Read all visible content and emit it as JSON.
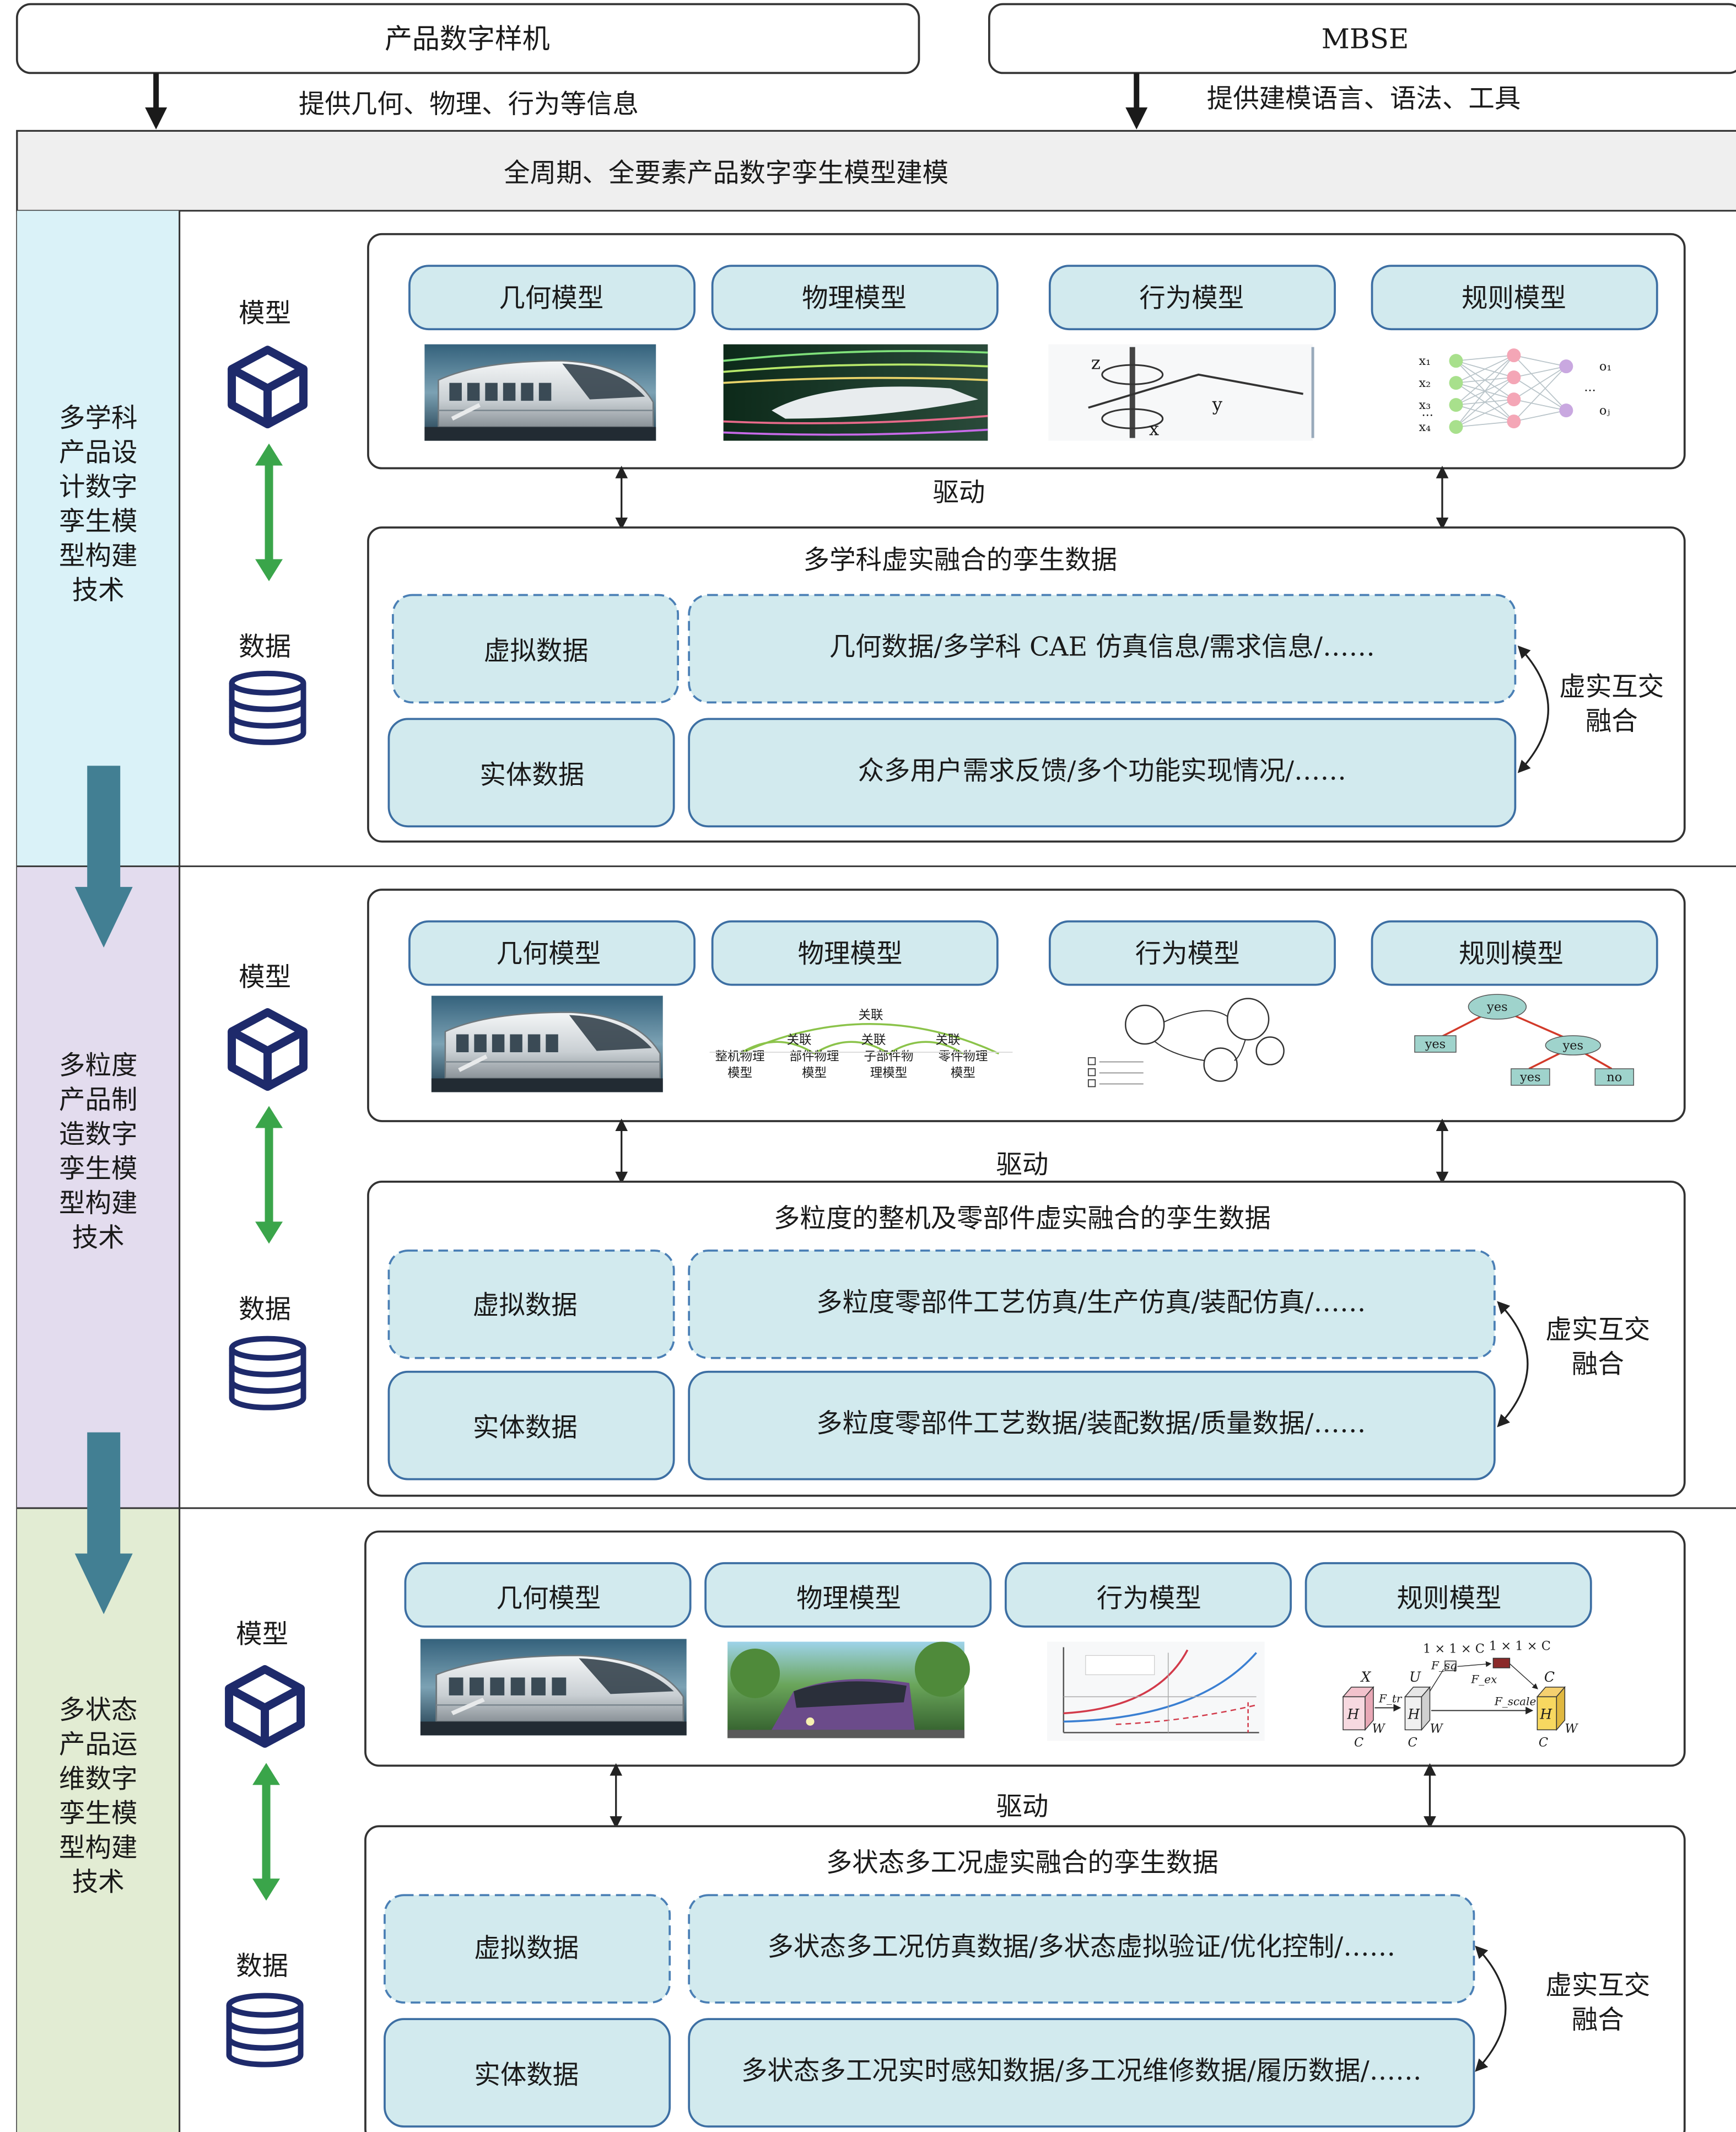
{
  "top": {
    "left_box": "产品数字样机",
    "left_caption": "提供几何、物理、行为等信息",
    "right_box": "MBSE",
    "right_caption": "提供建模语言、语法、工具"
  },
  "header": "全周期、全要素产品数字孪生模型建模",
  "common": {
    "model_label": "模型",
    "data_label": "数据",
    "drive_label": "驱动",
    "cards": [
      "几何模型",
      "物理模型",
      "行为模型",
      "规则模型"
    ],
    "virtual_label": "虚拟数据",
    "physical_label": "实体数据",
    "interact_label_line1": "虚实互交",
    "interact_label_line2": "融合"
  },
  "sections": [
    {
      "side_lines": [
        "多学科",
        "产品设",
        "计数字",
        "孪生模",
        "型构建",
        "技术"
      ],
      "data_title": "多学科虚实融合的孪生数据",
      "virtual_text": "几何数据/多学科 CAE 仿真信息/需求信息/……",
      "physical_text": "众多用户需求反馈/多个功能实现情况/……",
      "neural_labels": [
        "x₁",
        "x₂",
        "x₃",
        "...",
        "x₄",
        "o₁",
        "...",
        "oⱼ"
      ]
    },
    {
      "side_lines": [
        "多粒度",
        "产品制",
        "造数字",
        "孪生模",
        "型构建",
        "技术"
      ],
      "data_title": "多粒度的整机及零部件虚实融合的孪生数据",
      "virtual_text": "多粒度零部件工艺仿真/生产仿真/装配仿真/……",
      "physical_text": "多粒度零部件工艺数据/装配数据/质量数据/……",
      "phys_diagram": {
        "top": "关联",
        "links": [
          "关联",
          "关联",
          "关联"
        ],
        "nodes": [
          [
            "整机物理",
            "模型"
          ],
          [
            "部件物理",
            "模型"
          ],
          [
            "子部件物",
            "理模型"
          ],
          [
            "零件物理",
            "模型"
          ]
        ]
      },
      "tree": {
        "root": "yes",
        "left": "yes",
        "mid": "yes",
        "leaf1": "yes",
        "leaf2": "no"
      }
    },
    {
      "side_lines": [
        "多状态",
        "产品运",
        "维数字",
        "孪生模",
        "型构建",
        "技术"
      ],
      "data_title": "多状态多工况虚实融合的孪生数据",
      "virtual_text": "多状态多工况仿真数据/多状态虚拟验证/优化控制/……",
      "physical_text": "多状态多工况实时感知数据/多工况维修数据/履历数据/……",
      "se_block": {
        "top1": "1 × 1 × C",
        "top2": "1 × 1 × C",
        "f_sq": "F_sq",
        "f_ex": "F_ex",
        "f_scale": "F_scale",
        "f_tr": "F_tr",
        "x": "X",
        "u": "U",
        "h": "H",
        "w": "W",
        "c": "C"
      }
    }
  ],
  "colors": {
    "side_1": "#daf2f8",
    "side_2": "#e3dcee",
    "side_3": "#e2ecd3",
    "card_fill": "#d2eaee",
    "card_stroke": "#3d6fa3",
    "down_arrow": "#427f93",
    "green_arrow": "#3aa54a",
    "icon_navy": "#1e2a6b",
    "header_bg": "#efefef"
  }
}
